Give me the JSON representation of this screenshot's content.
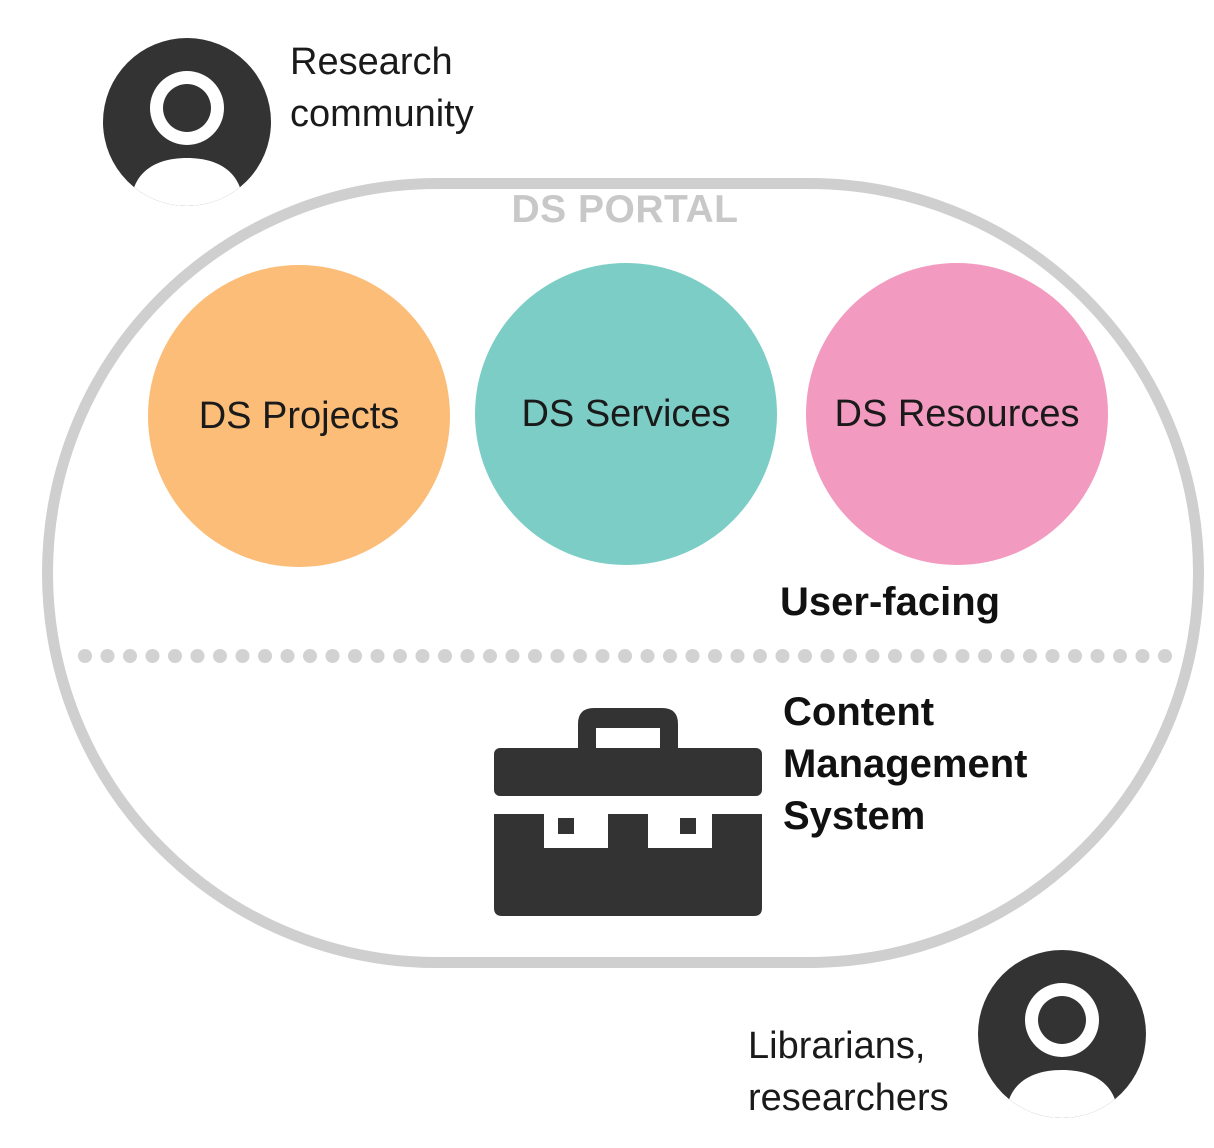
{
  "portal": {
    "title": "DS PORTAL"
  },
  "circles": [
    {
      "label": "DS Projects",
      "color": "#fbbd78"
    },
    {
      "label": "DS Services",
      "color": "#7ccdc6"
    },
    {
      "label": "DS Resources",
      "color": "#f29abf"
    }
  ],
  "layers": {
    "user_facing": "User-facing",
    "cms_lines": [
      "Content",
      "Management",
      "System"
    ]
  },
  "actors": {
    "top": {
      "lines": [
        "Research",
        "community"
      ],
      "icon": "person-icon"
    },
    "bottom": {
      "lines": [
        "Librarians,",
        "researchers"
      ],
      "icon": "person-icon"
    }
  },
  "icons": {
    "briefcase": "briefcase-icon"
  },
  "colors": {
    "portal_border": "#cfcfcf",
    "portal_title": "#c8c8c8",
    "icon_dark": "#333333",
    "divider_dots": "#d2d2d2"
  }
}
